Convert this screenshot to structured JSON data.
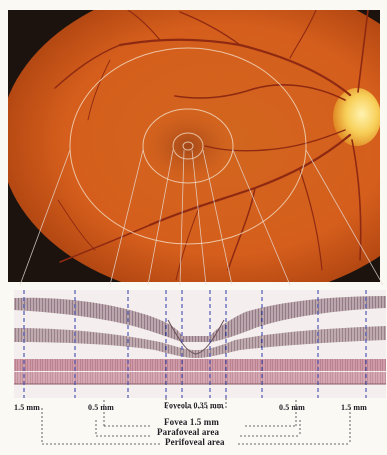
{
  "figure": {
    "labels": {
      "left_outer": "1.5 mm",
      "left_inner": "0.5 mm",
      "foveola": "Foveola 0.35 mm",
      "right_inner": "0.5 mm",
      "right_outer": "1.5 mm",
      "fovea": "Fovea 1.5 mm",
      "parafoveal": "Parafoveal area",
      "perifoveal": "Perifoveal area"
    },
    "colors": {
      "fundus": "#d9621e",
      "optic_disc": "#f6d56a",
      "vessels": "#8f2a12",
      "retina_layers": "#7a6068",
      "rpe_band": "#c79aa6",
      "guide_lines": "#2b3ea8"
    }
  }
}
